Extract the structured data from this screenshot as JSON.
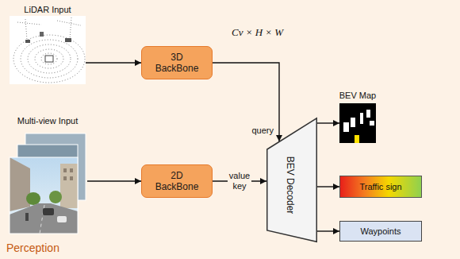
{
  "diagram": {
    "nodes": [
      {
        "text": [
          "LiDAR Input"
        ]
      },
      {
        "text": [
          "3D BackBone"
        ]
      },
      {
        "text": [
          "Multi-view Input"
        ]
      },
      {
        "text": [
          "2D BackBone"
        ]
      },
      {
        "text": [
          "BEV Decoder"
        ]
      },
      {
        "text": [
          "BEV Map"
        ]
      },
      {
        "text": [
          "Traffic sign"
        ]
      },
      {
        "text": [
          "Waypoints"
        ]
      }
    ],
    "edges": [
      {
        "from": 0,
        "to": 1,
        "arrow": "to"
      },
      {
        "from": 1,
        "to": 4,
        "arrow": "to",
        "label": "query"
      },
      {
        "from": 2,
        "to": 3,
        "arrow": "to"
      },
      {
        "from": 3,
        "to": 4,
        "arrow": "to",
        "label": "value key"
      },
      {
        "from": 4,
        "to": 5,
        "arrow": "to"
      },
      {
        "from": 4,
        "to": 6,
        "arrow": "to"
      },
      {
        "from": 4,
        "to": 7,
        "arrow": "to"
      }
    ],
    "labels": [
      "Cv × H × W",
      "Perception"
    ]
  }
}
